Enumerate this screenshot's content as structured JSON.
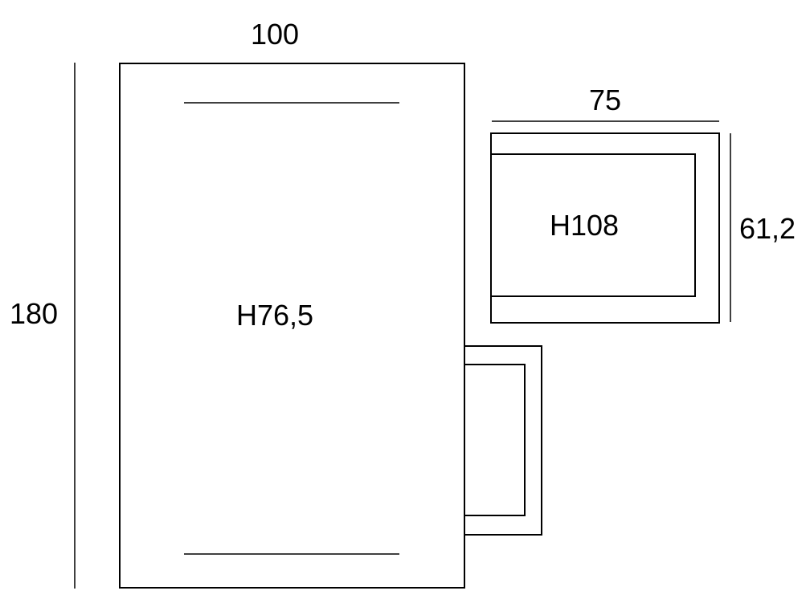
{
  "dimensions": {
    "desk_width": "100",
    "desk_length": "180",
    "cabinet_width": "75",
    "cabinet_depth": "61,2"
  },
  "heights": {
    "desk": "H76,5",
    "cabinet": "H108"
  },
  "colors": {
    "line": "#000000",
    "background": "#ffffff"
  }
}
